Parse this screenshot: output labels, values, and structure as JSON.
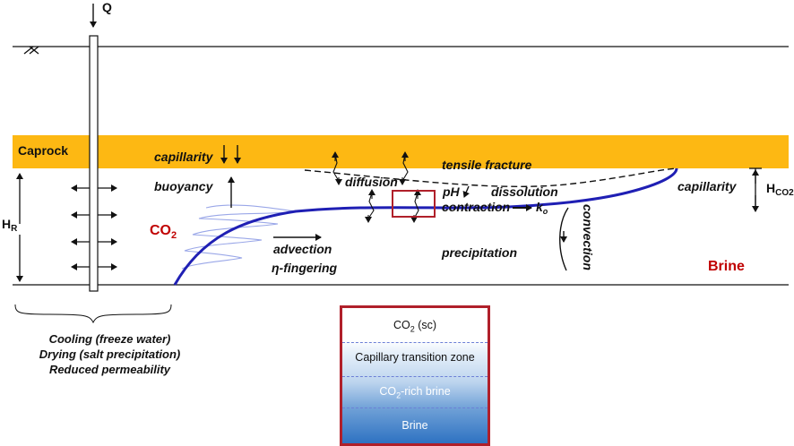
{
  "labels": {
    "q": "Q",
    "caprock": "Caprock",
    "capillarity_top": "capillarity",
    "buoyancy": "buoyancy",
    "diffusion": "diffusion",
    "tensile_fracture": "tensile fracture",
    "ph": "pH",
    "dissolution": "dissolution",
    "contraction": "contraction",
    "k": "k",
    "k_sub": "o",
    "capillarity_right": "capillarity",
    "h_co2": "H",
    "h_co2_sub": "CO2",
    "h_r": "H",
    "h_r_sub": "R",
    "co2": "CO",
    "co2_sub": "2",
    "advection": "advection",
    "fingering": "η-fingering",
    "precipitation": "precipitation",
    "convection": "convection",
    "brine": "Brine"
  },
  "notes": [
    "Cooling (freeze water)",
    "Drying (salt precipitation)",
    "Reduced permeability"
  ],
  "inset": {
    "zone1_main": "CO",
    "zone1_sub": "2",
    "zone1_tail": " (sc)",
    "zone2": "Capillary transition zone",
    "zone3_main": "CO",
    "zone3_sub": "2",
    "zone3_tail": "-rich brine",
    "zone4": "Brine"
  },
  "colors": {
    "caprock": "#fdb813",
    "plume": "#1f1fb4",
    "fingers": "#9aa7e8",
    "accent_red": "#c00000",
    "inset_border": "#b0202a"
  }
}
